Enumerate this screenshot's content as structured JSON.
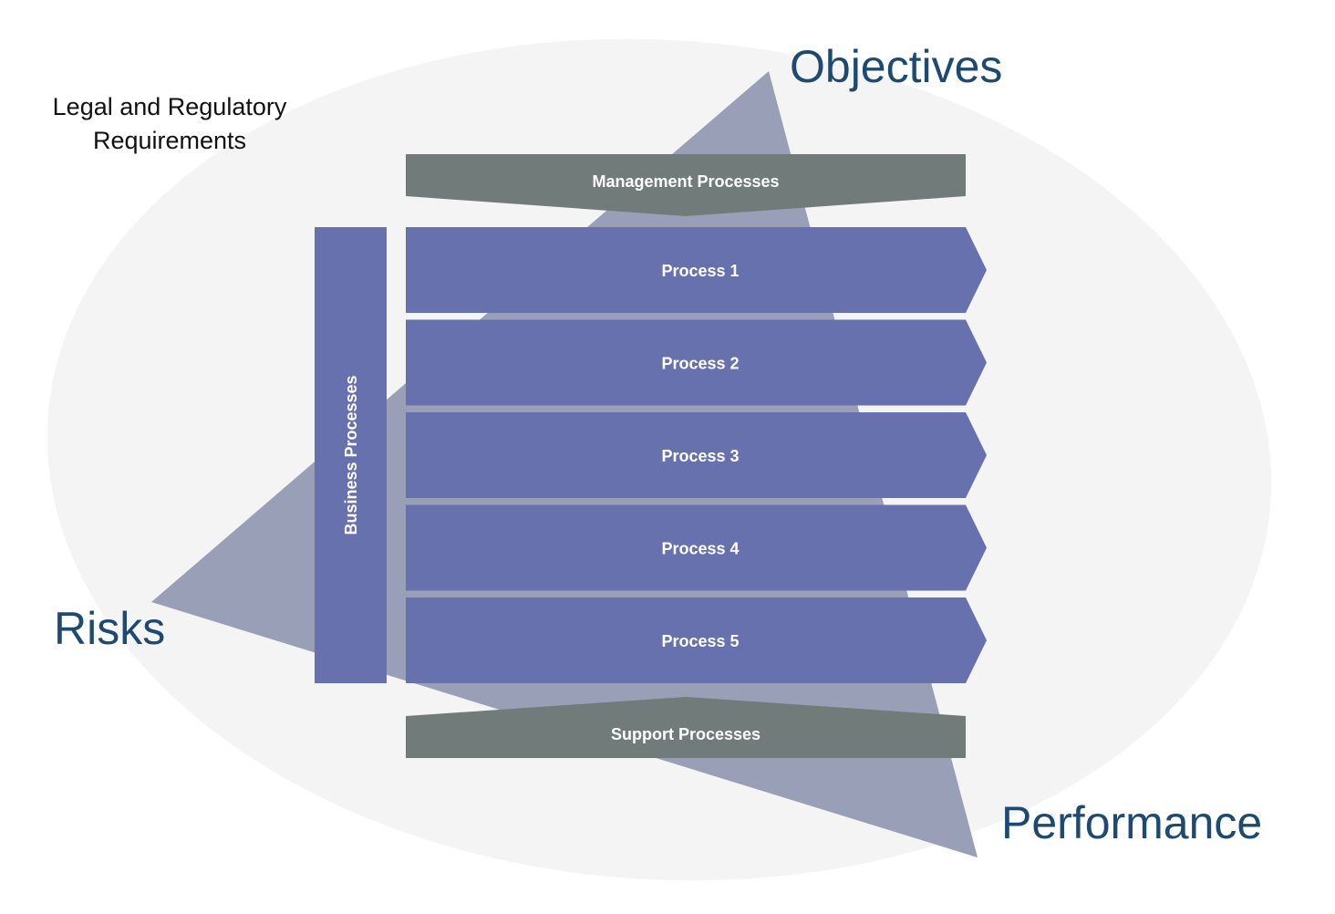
{
  "corner_labels": {
    "objectives": "Objectives",
    "risks": "Risks",
    "performance": "Performance"
  },
  "context": {
    "line1": "Legal and Regulatory",
    "line2": "Requirements"
  },
  "management": "Management Processes",
  "business": "Business Processes",
  "processes": [
    "Process 1",
    "Process 2",
    "Process 3",
    "Process 4",
    "Process 5"
  ],
  "support": "Support Processes",
  "colors": {
    "ellipse": "#f4f4f4",
    "triangle": "#9a9fb8",
    "process": "#6771ae",
    "gray_bar": "#717c7a",
    "corner_text": "#1e4a72"
  }
}
